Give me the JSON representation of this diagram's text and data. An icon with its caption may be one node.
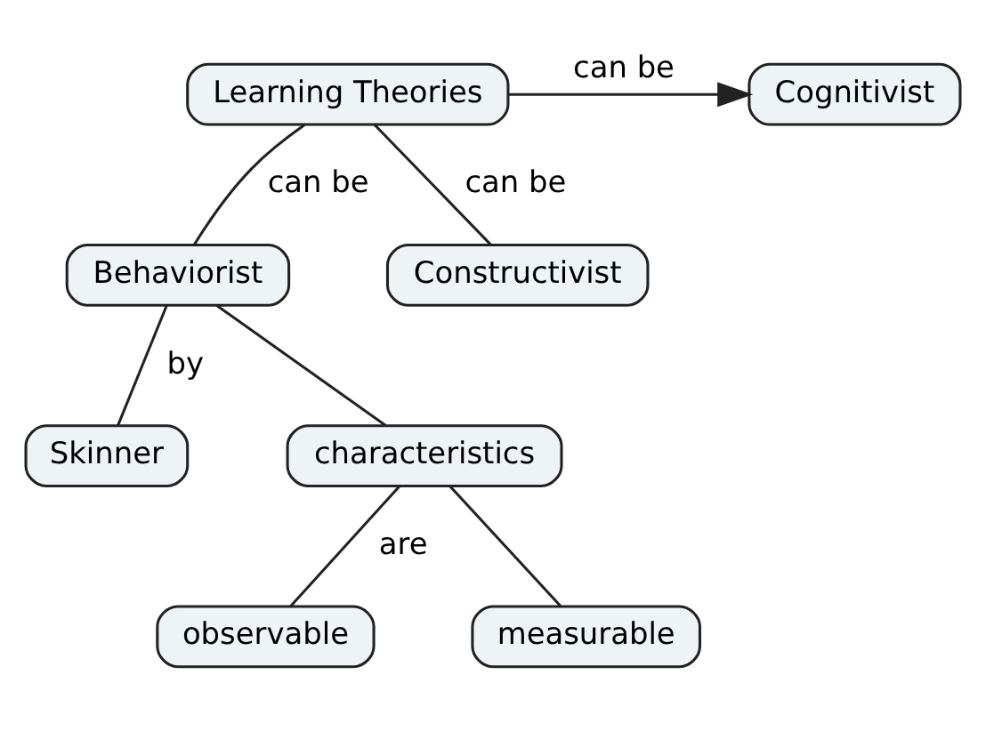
{
  "diagram": {
    "nodes": [
      {
        "text": [
          "Learning Theories"
        ]
      },
      {
        "text": [
          "Cognitivist"
        ]
      },
      {
        "text": [
          "Constructivist"
        ]
      },
      {
        "text": [
          "Behaviorist"
        ]
      },
      {
        "text": [
          "Skinner"
        ]
      },
      {
        "text": [
          "characteristics"
        ]
      },
      {
        "text": [
          "observable"
        ]
      },
      {
        "text": [
          "measurable"
        ]
      }
    ],
    "edges": [
      {
        "from": 0,
        "to": 1,
        "arrow": "to",
        "label": "can be"
      },
      {
        "from": 0,
        "to": 3,
        "arrow": "none",
        "label": "can be"
      },
      {
        "from": 0,
        "to": 2,
        "arrow": "none",
        "label": "can be"
      },
      {
        "from": 3,
        "to": 4,
        "arrow": "none",
        "label": "by"
      },
      {
        "from": 3,
        "to": 5,
        "arrow": "none"
      },
      {
        "from": 5,
        "to": 6,
        "arrow": "none",
        "label": "are"
      },
      {
        "from": 5,
        "to": 7,
        "arrow": "none"
      }
    ]
  }
}
